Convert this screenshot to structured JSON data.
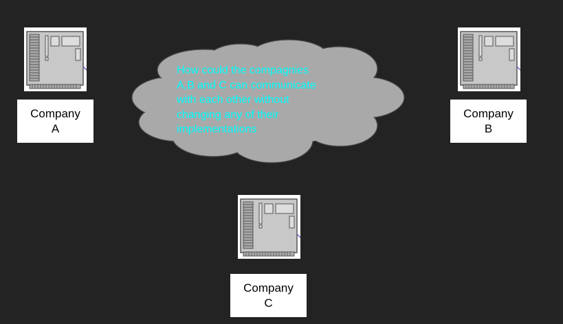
{
  "colors": {
    "background": "#232323",
    "cloud_fill": "#a9a9a9",
    "cloud_text": "#00ffff",
    "label_bg": "#ffffff"
  },
  "nodes": {
    "a": {
      "icon": "server-icon",
      "line1": "Company",
      "line2": "A"
    },
    "b": {
      "icon": "server-icon",
      "line1": "Company",
      "line2": "B"
    },
    "c": {
      "icon": "server-icon",
      "line1": "Company",
      "line2": "C"
    }
  },
  "cloud": {
    "lines": [
      "How could the compagnies",
      "A,B and C can communicate",
      "with each other without",
      "changing any of their",
      "implementations"
    ]
  }
}
